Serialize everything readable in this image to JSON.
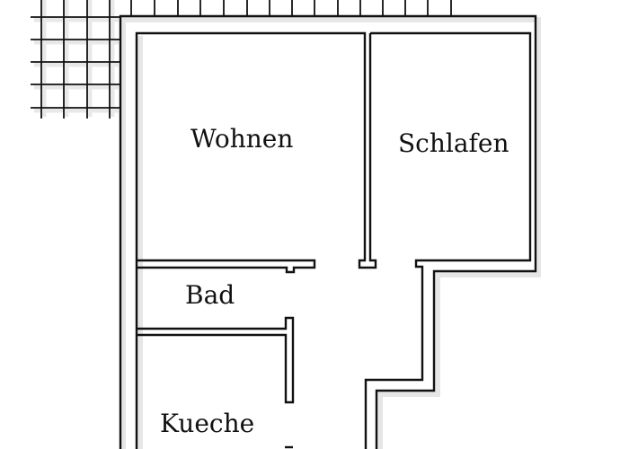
{
  "floorplan": {
    "rooms": [
      {
        "id": "wohnen",
        "label": "Wohnen"
      },
      {
        "id": "schlafen",
        "label": "Schlafen"
      },
      {
        "id": "bad",
        "label": "Bad"
      },
      {
        "id": "kueche",
        "label": "Kueche"
      }
    ],
    "colors": {
      "wall": "#111111",
      "wall_shadow": "#e6e6e6",
      "background": "#ffffff"
    }
  }
}
